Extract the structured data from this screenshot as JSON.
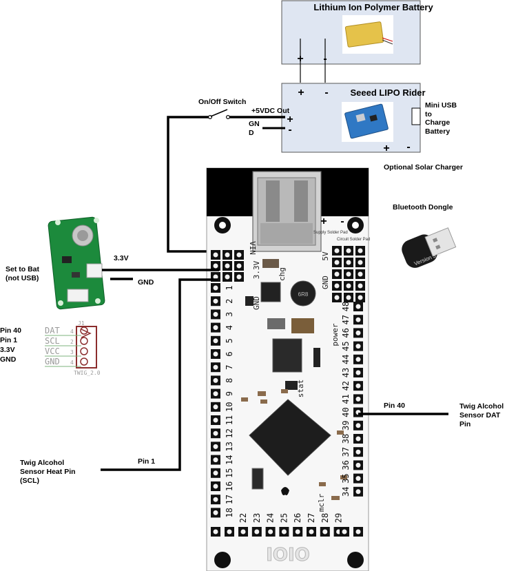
{
  "battery": {
    "title": "Lithium Ion Polymer Battery",
    "plus": "+",
    "minus": "-"
  },
  "lipo_rider": {
    "title": "Seeed LIPO Rider",
    "plus_top": "+",
    "minus_top": "-",
    "out_label": "+5VDC Out",
    "gnd_label_1": "GN",
    "gnd_label_2": "D",
    "out_plus": "+",
    "out_minus": "-",
    "usb_line1": "Mini USB",
    "usb_line2": "to",
    "usb_line3": "Charge",
    "usb_line4": "Battery",
    "solar_plus": "+",
    "solar_minus": "-",
    "solar_label": "Optional Solar Charger"
  },
  "switch": {
    "label": "On/Off Switch"
  },
  "bluetooth": {
    "label": "Bluetooth Dongle",
    "dongle_text": "Version 3.0"
  },
  "sensor": {
    "set_to_bat_1": "Set to Bat",
    "set_to_bat_2": "(not USB)",
    "v33": "3.3V",
    "gnd": "GND",
    "pin_labels": [
      "Pin 40",
      "Pin 1",
      "3.3V",
      "GND"
    ],
    "twig_pins": [
      "DAT",
      "SCL",
      "VCC",
      "GND"
    ],
    "twig_nums": [
      "4",
      "2",
      "3",
      "4"
    ],
    "twig_ref": "J1",
    "twig_name": "TWIG_2.0"
  },
  "annotations": {
    "pin1": "Pin 1",
    "heat_1": "Twig Alcohol",
    "heat_2": "Sensor Heat Pin",
    "heat_3": "(SCL)",
    "pin40": "Pin 40",
    "dat_1": "Twig Alcohol",
    "dat_2": "Sensor DAT",
    "dat_3": "Pin"
  },
  "board": {
    "name": "IOIO",
    "vin": "VIN",
    "v5": "5V",
    "v33": "3.3V",
    "gnd_left": "GND",
    "gnd_right": "GND",
    "power": "power",
    "stat": "stat",
    "mclr": "mclr",
    "charge": "chg",
    "supply_pad": "Supply Solder Pad",
    "circuit_pad": "Circuit Solder Pad",
    "pad_plus": "+",
    "pad_minus": "-",
    "left_pins": [
      "1",
      "2",
      "3",
      "4",
      "5",
      "6",
      "7",
      "8",
      "9",
      "10",
      "11",
      "12",
      "13",
      "14",
      "15",
      "16",
      "17",
      "18"
    ],
    "right_pins": [
      "48",
      "47",
      "46",
      "45",
      "44",
      "43",
      "42",
      "41",
      "40",
      "39",
      "38",
      "37",
      "36",
      "35",
      "34"
    ],
    "bottom_pins": [
      "22",
      "23",
      "24",
      "25",
      "26",
      "27",
      "28",
      "29"
    ]
  }
}
